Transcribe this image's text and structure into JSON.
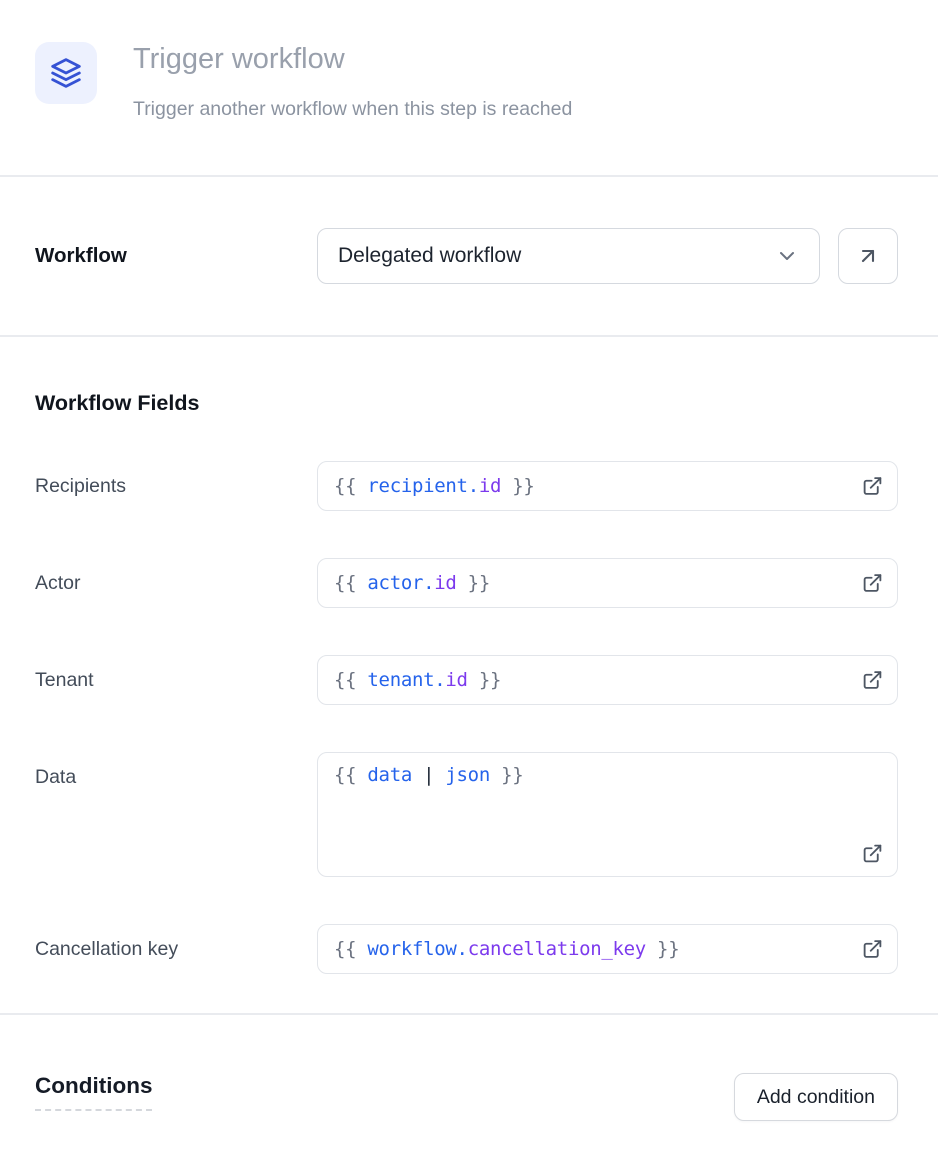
{
  "colors": {
    "accent_blue": "#3552d4",
    "icon_box_bg": "#edf1fe",
    "code_blue": "#2563eb",
    "code_purple": "#7c3aed",
    "code_gray": "#6b7280",
    "divider": "#e9ebef"
  },
  "header": {
    "icon": "layers-icon",
    "title": "Trigger workflow",
    "subtitle": "Trigger another workflow when this step is reached"
  },
  "workflow_row": {
    "label": "Workflow",
    "selected_option": "Delegated workflow"
  },
  "fields_section": {
    "heading": "Workflow Fields",
    "fields": [
      {
        "label": "Recipients",
        "value": "{{ recipient.id }}",
        "parts": [
          {
            "t": "punct",
            "v": "{{ "
          },
          {
            "t": "obj",
            "v": "recipient"
          },
          {
            "t": "obj",
            "v": "."
          },
          {
            "t": "prop",
            "v": "id"
          },
          {
            "t": "punct",
            "v": " }}"
          }
        ]
      },
      {
        "label": "Actor",
        "value": "{{ actor.id }}",
        "parts": [
          {
            "t": "punct",
            "v": "{{ "
          },
          {
            "t": "obj",
            "v": "actor"
          },
          {
            "t": "obj",
            "v": "."
          },
          {
            "t": "prop",
            "v": "id"
          },
          {
            "t": "punct",
            "v": " }}"
          }
        ]
      },
      {
        "label": "Tenant",
        "value": "{{ tenant.id }}",
        "parts": [
          {
            "t": "punct",
            "v": "{{ "
          },
          {
            "t": "obj",
            "v": "tenant"
          },
          {
            "t": "obj",
            "v": "."
          },
          {
            "t": "prop",
            "v": "id"
          },
          {
            "t": "punct",
            "v": " }}"
          }
        ]
      },
      {
        "label": "Data",
        "value": "{{ data | json }}",
        "multiline": true,
        "parts": [
          {
            "t": "punct",
            "v": "{{ "
          },
          {
            "t": "obj",
            "v": "data"
          },
          {
            "t": "op",
            "v": " | "
          },
          {
            "t": "obj",
            "v": "json"
          },
          {
            "t": "punct",
            "v": " }}"
          }
        ]
      },
      {
        "label": "Cancellation key",
        "value": "{{ workflow.cancellation_key }}",
        "parts": [
          {
            "t": "punct",
            "v": "{{ "
          },
          {
            "t": "obj",
            "v": "workflow"
          },
          {
            "t": "obj",
            "v": "."
          },
          {
            "t": "prop",
            "v": "cancellation_key"
          },
          {
            "t": "punct",
            "v": " }}"
          }
        ]
      }
    ]
  },
  "conditions": {
    "heading": "Conditions",
    "add_button_label": "Add condition"
  }
}
